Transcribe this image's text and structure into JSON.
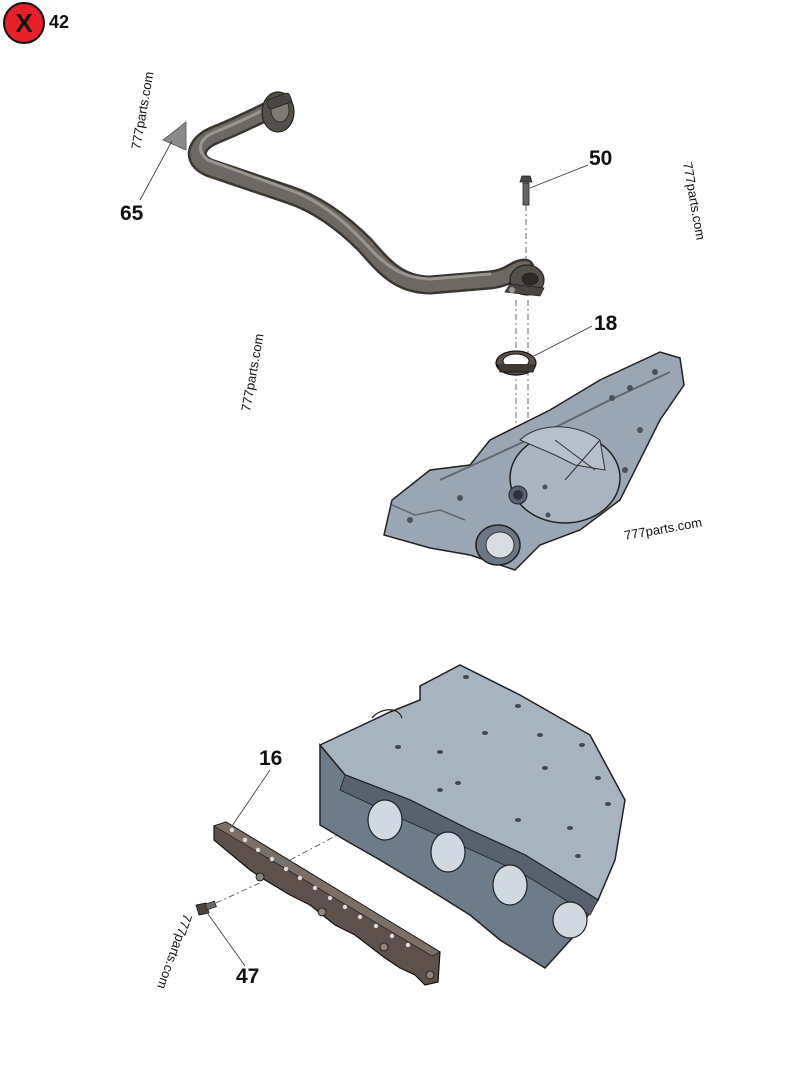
{
  "header": {
    "close_symbol": "X",
    "close_color": "#e8202a",
    "page_number": "42"
  },
  "watermarks": [
    "777parts.com",
    "777parts.com",
    "777parts.com",
    "777parts.com",
    "777parts.com"
  ],
  "callouts": {
    "part_65": "65",
    "part_50": "50",
    "part_18": "18",
    "part_16": "16",
    "part_47": "47"
  },
  "colors": {
    "pipe": "#5f5a55",
    "housing": "#9aa6b3",
    "block": "#a8b3c0",
    "gasket": "#5d524b"
  }
}
